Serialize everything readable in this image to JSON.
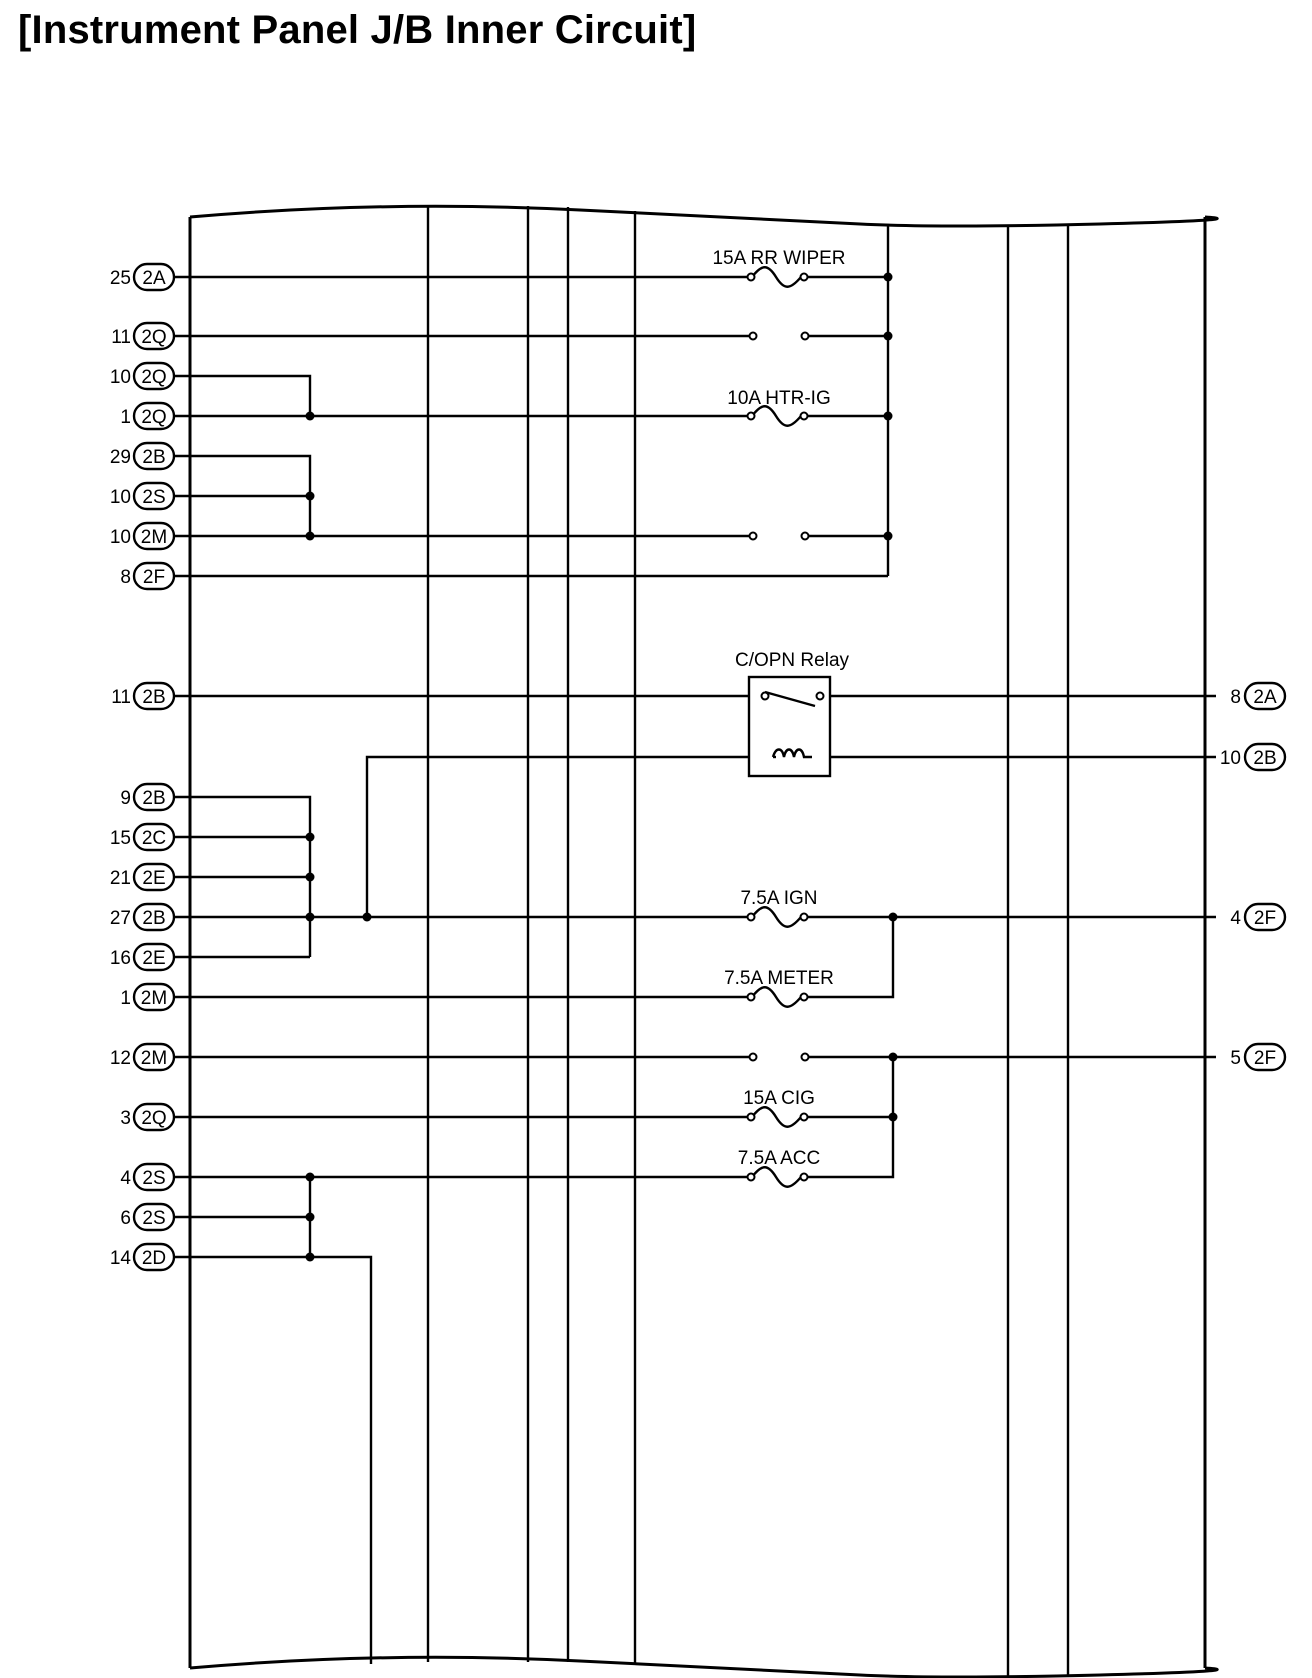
{
  "title": "[Instrument Panel J/B Inner Circuit]",
  "components": {
    "f_rr_wiper": "15A RR WIPER",
    "f_htr_ig": "10A HTR-IG",
    "relay": "C/OPN Relay",
    "f_ign": "7.5A IGN",
    "f_meter": "7.5A METER",
    "f_cig": "15A CIG",
    "f_acc": "7.5A ACC"
  },
  "connectors_left": [
    {
      "pin": "25",
      "code": "2A"
    },
    {
      "pin": "11",
      "code": "2Q"
    },
    {
      "pin": "10",
      "code": "2Q"
    },
    {
      "pin": "1",
      "code": "2Q"
    },
    {
      "pin": "29",
      "code": "2B"
    },
    {
      "pin": "10",
      "code": "2S"
    },
    {
      "pin": "10",
      "code": "2M"
    },
    {
      "pin": "8",
      "code": "2F"
    },
    {
      "pin": "11",
      "code": "2B"
    },
    {
      "pin": "9",
      "code": "2B"
    },
    {
      "pin": "15",
      "code": "2C"
    },
    {
      "pin": "21",
      "code": "2E"
    },
    {
      "pin": "27",
      "code": "2B"
    },
    {
      "pin": "16",
      "code": "2E"
    },
    {
      "pin": "1",
      "code": "2M"
    },
    {
      "pin": "12",
      "code": "2M"
    },
    {
      "pin": "3",
      "code": "2Q"
    },
    {
      "pin": "4",
      "code": "2S"
    },
    {
      "pin": "6",
      "code": "2S"
    },
    {
      "pin": "14",
      "code": "2D"
    }
  ],
  "connectors_right": [
    {
      "pin": "8",
      "code": "2A"
    },
    {
      "pin": "10",
      "code": "2B"
    },
    {
      "pin": "4",
      "code": "2F"
    },
    {
      "pin": "5",
      "code": "2F"
    }
  ]
}
